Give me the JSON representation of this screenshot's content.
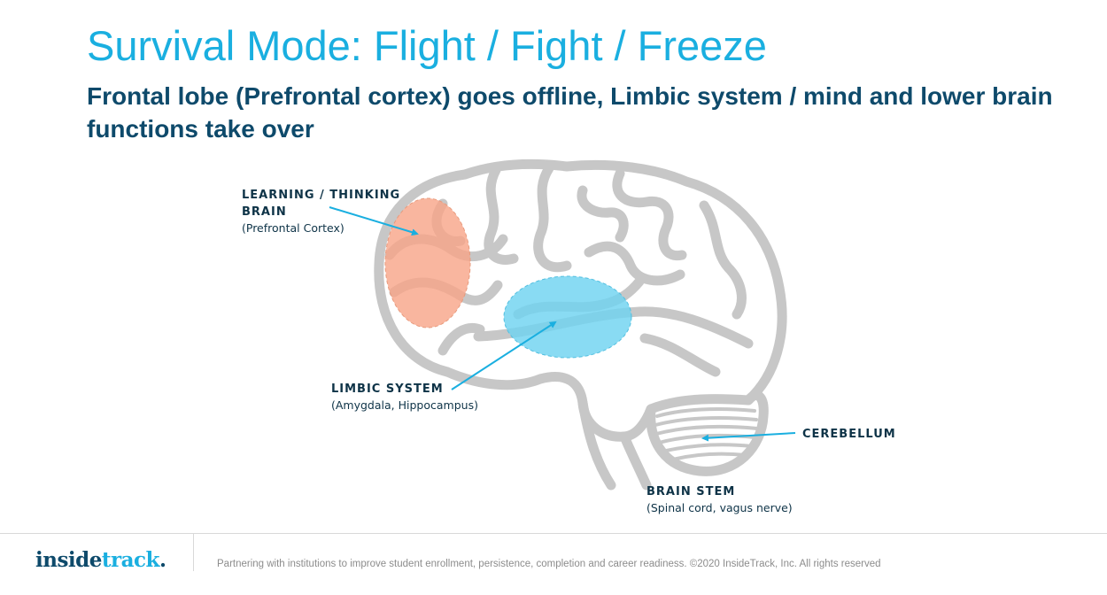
{
  "slide": {
    "title": "Survival Mode: Flight / Fight / Freeze",
    "subtitle": "Frontal lobe (Prefrontal cortex) goes offline, Limbic system / mind and lower brain functions take over"
  },
  "diagram": {
    "colors": {
      "brain_outline": "#c7c7c7",
      "prefrontal_fill": "#f7a487",
      "limbic_fill": "#6fd3f0",
      "arrow": "#1aafe0",
      "label": "#0e3347"
    },
    "labels": {
      "prefrontal": {
        "title_line1": "LEARNING / THINKING",
        "title_line2": "BRAIN",
        "sub": "(Prefrontal Cortex)"
      },
      "limbic": {
        "title": "LIMBIC SYSTEM",
        "sub": "(Amygdala, Hippocampus)"
      },
      "cerebellum": {
        "title": "CEREBELLUM"
      },
      "brainstem": {
        "title": "BRAIN STEM",
        "sub": "(Spinal cord, vagus nerve)"
      }
    }
  },
  "footer": {
    "logo_part1": "inside",
    "logo_part2": "track",
    "logo_mark": ".",
    "text": "Partnering with institutions to improve student enrollment, persistence, completion and career readiness. ©2020 InsideTrack, Inc. All rights reserved"
  }
}
